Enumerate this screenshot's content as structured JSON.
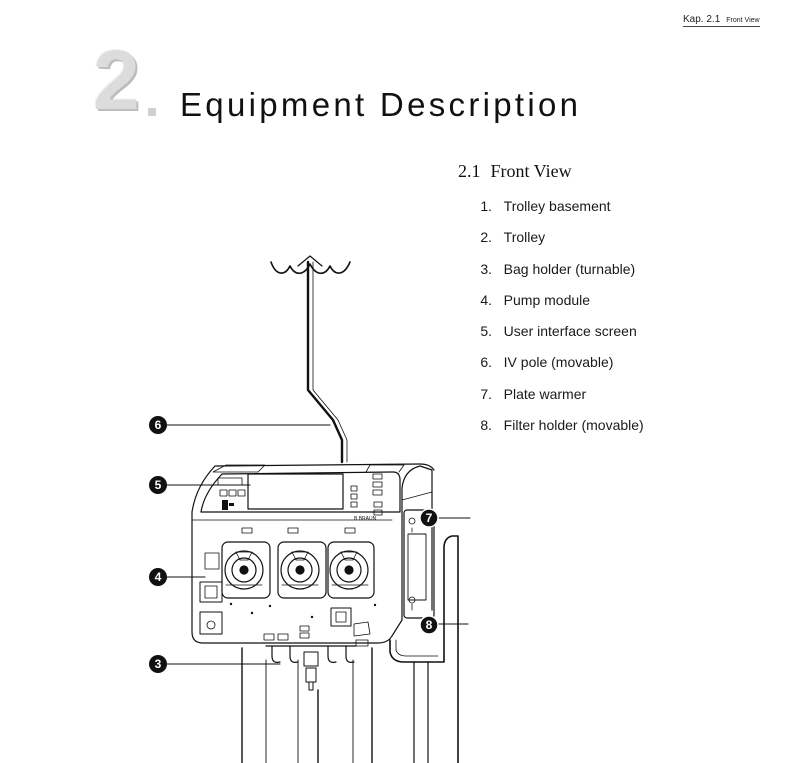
{
  "running_head": {
    "chapter_ref": "Kap. 2.1",
    "section_ref": "Front View"
  },
  "chapter": {
    "number": "2",
    "title": "Equipment Description"
  },
  "section": {
    "number": "2.1",
    "title": "Front View"
  },
  "items": [
    {
      "num": "1.",
      "label": "Trolley basement"
    },
    {
      "num": "2.",
      "label": "Trolley"
    },
    {
      "num": "3.",
      "label": "Bag holder (turnable)"
    },
    {
      "num": "4.",
      "label": "Pump module"
    },
    {
      "num": "5.",
      "label": "User interface screen"
    },
    {
      "num": "6.",
      "label": "IV pole (movable)"
    },
    {
      "num": "7.",
      "label": "Plate warmer"
    },
    {
      "num": "8.",
      "label": "Filter holder (movable)"
    }
  ],
  "figure": {
    "callouts": [
      "6",
      "5",
      "4",
      "3",
      "7",
      "8"
    ],
    "device_brand": "B BRAUN"
  },
  "colors": {
    "line": "#111111",
    "chapter_number": "#dcdcdc",
    "callout_fill": "#111111"
  }
}
